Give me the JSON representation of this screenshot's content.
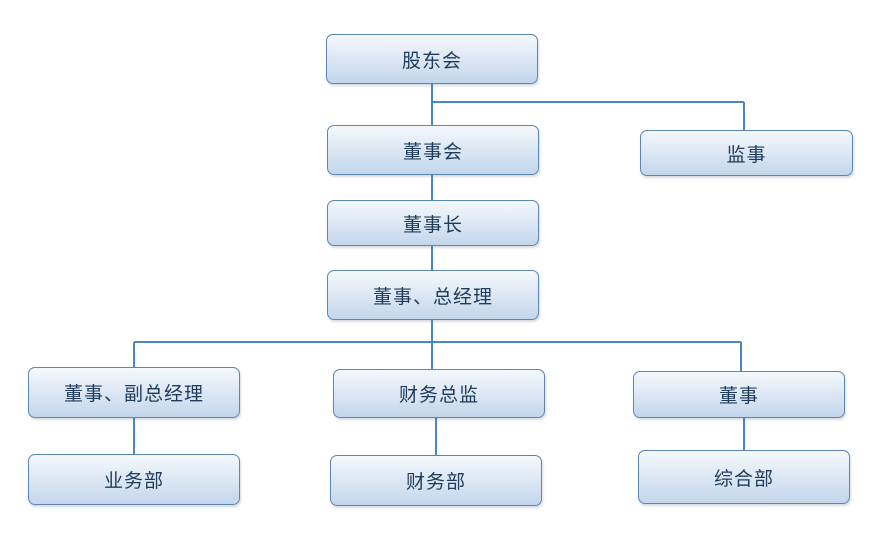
{
  "colors": {
    "node_border": "#5b87b5",
    "node_fill_top": "#f4f8fc",
    "node_fill_bottom": "#c3d6ec",
    "connector": "#4a86c5",
    "text": "#1f3b5c"
  },
  "nodes": {
    "shareholders": "股东会",
    "board": "董事会",
    "supervisor": "监事",
    "chairman": "董事长",
    "director_gm": "董事、总经理",
    "director_deputy_gm": "董事、副总经理",
    "cfo": "财务总监",
    "director": "董事",
    "business_dept": "业务部",
    "finance_dept": "财务部",
    "general_dept": "综合部"
  },
  "edges": [
    {
      "from": "shareholders",
      "to": "board"
    },
    {
      "from": "shareholders",
      "to": "supervisor"
    },
    {
      "from": "board",
      "to": "chairman"
    },
    {
      "from": "chairman",
      "to": "director_gm"
    },
    {
      "from": "director_gm",
      "to": "director_deputy_gm"
    },
    {
      "from": "director_gm",
      "to": "cfo"
    },
    {
      "from": "director_gm",
      "to": "director"
    },
    {
      "from": "director_deputy_gm",
      "to": "business_dept"
    },
    {
      "from": "cfo",
      "to": "finance_dept"
    },
    {
      "from": "director",
      "to": "general_dept"
    }
  ]
}
